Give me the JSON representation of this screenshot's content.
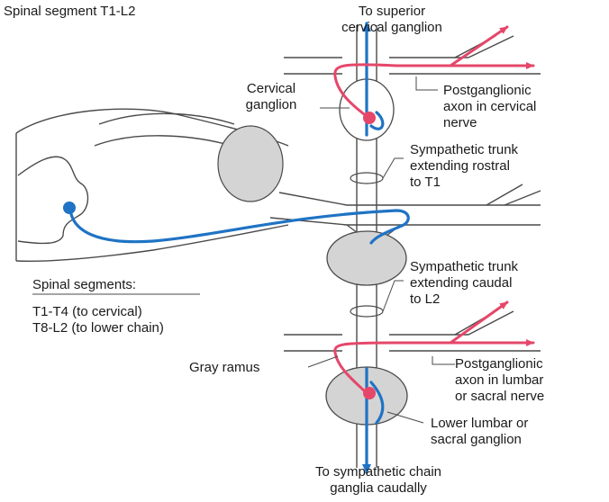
{
  "header": {
    "title": "Spinal segment T1-L2"
  },
  "labels": {
    "superior_line1": "To superior",
    "superior_line2": "cervical ganglion",
    "post_cervical_line1": "Postganglionic",
    "post_cervical_line2": "axon in cervical",
    "post_cervical_line3": "nerve",
    "cervical_ganglion_line1": "Cervical",
    "cervical_ganglion_line2": "ganglion",
    "trunk_rostral_line1": "Sympathetic trunk",
    "trunk_rostral_line2": "extending rostral",
    "trunk_rostral_line3": "to T1",
    "trunk_caudal_line1": "Sympathetic trunk",
    "trunk_caudal_line2": "extending caudal",
    "trunk_caudal_line3": "to L2",
    "segments_heading": "Spinal segments:",
    "segments_line1": "T1-T4 (to cervical)",
    "segments_line2": "T8-L2 (to lower chain)",
    "gray_ramus": "Gray ramus",
    "post_lumbar_line1": "Postganglionic",
    "post_lumbar_line2": "axon in lumbar",
    "post_lumbar_line3": "or sacral nerve",
    "lower_ganglion_line1": "Lower lumbar or",
    "lower_ganglion_line2": "sacral ganglion",
    "caudal_line1": "To sympathetic chain",
    "caudal_line2": "ganglia caudally"
  },
  "colors": {
    "preganglionic": "#1f73c4",
    "postganglionic": "#e5476a",
    "ganglion_fill": "#d4d4d4",
    "outline": "#4a4a4a"
  }
}
